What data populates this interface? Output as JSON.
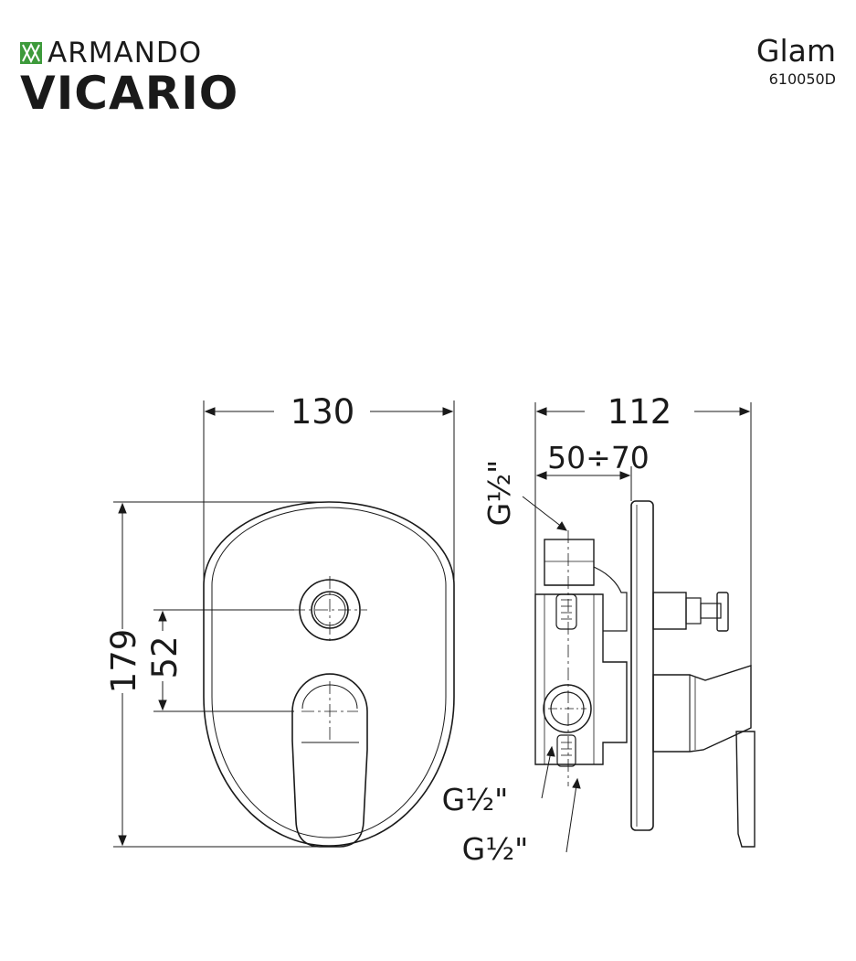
{
  "brand": {
    "line1": "ARMANDO",
    "line2": "VICARIO",
    "logo_icon": "diamond-monogram-icon",
    "accent_color": "#3d9a3b"
  },
  "product": {
    "name": "Glam",
    "code": "610050D"
  },
  "dimensions": {
    "front_width": "130",
    "side_depth": "112",
    "adjust_range": "50÷70",
    "total_height": "179",
    "axis_distance": "52",
    "thread_top": "G½\"",
    "thread_mid": "G½\"",
    "thread_bottom": "G½\""
  }
}
